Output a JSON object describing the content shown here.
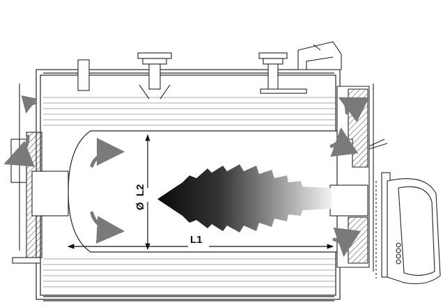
{
  "dimensions": {
    "diameter_symbol": "Ø",
    "diameter_label": "L2",
    "length_label": "L1"
  },
  "colors": {
    "line": "#222222",
    "arrow": "#7a7a7a",
    "flame_dark": "#0d0d0d",
    "flame_light": "#e6e6e6"
  },
  "icons": {
    "flow_arrows": "curved-arrow-icon",
    "flame": "flame-icon"
  }
}
